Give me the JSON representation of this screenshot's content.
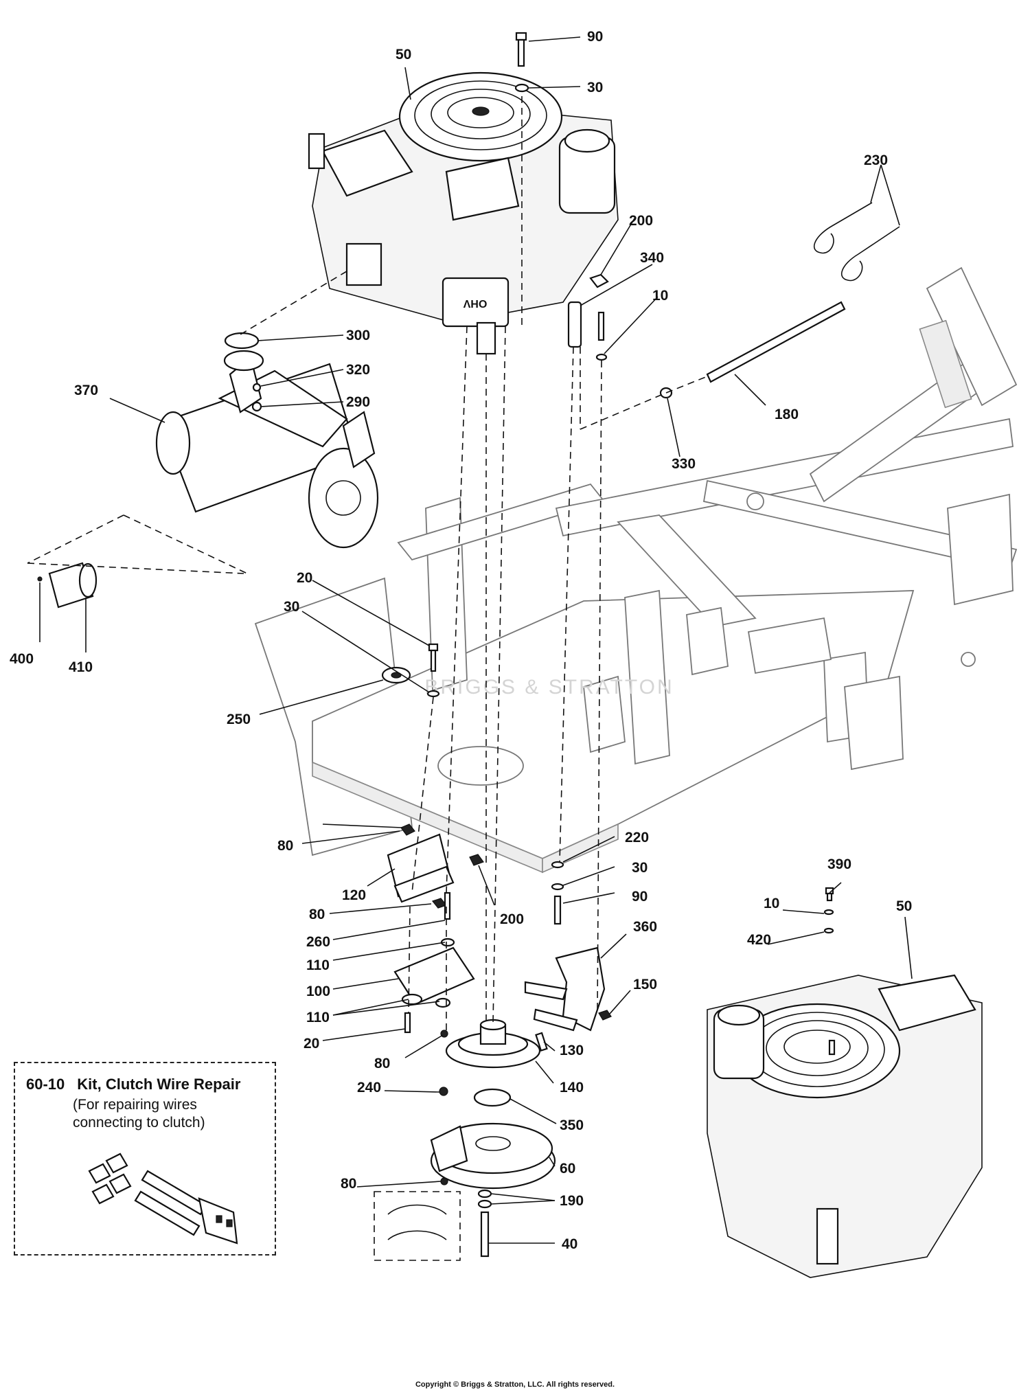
{
  "diagram": {
    "callouts": [
      {
        "id": "c50a",
        "text": "50"
      },
      {
        "id": "c90a",
        "text": "90"
      },
      {
        "id": "c30a",
        "text": "30"
      },
      {
        "id": "c230",
        "text": "230"
      },
      {
        "id": "c200a",
        "text": "200"
      },
      {
        "id": "c340",
        "text": "340"
      },
      {
        "id": "c10a",
        "text": "10"
      },
      {
        "id": "c300",
        "text": "300"
      },
      {
        "id": "c320",
        "text": "320"
      },
      {
        "id": "c370",
        "text": "370"
      },
      {
        "id": "c290",
        "text": "290"
      },
      {
        "id": "c180",
        "text": "180"
      },
      {
        "id": "c330",
        "text": "330"
      },
      {
        "id": "c20a",
        "text": "20"
      },
      {
        "id": "c30b",
        "text": "30"
      },
      {
        "id": "c400",
        "text": "400"
      },
      {
        "id": "c410",
        "text": "410"
      },
      {
        "id": "c250",
        "text": "250"
      },
      {
        "id": "c80a",
        "text": "80"
      },
      {
        "id": "c220",
        "text": "220"
      },
      {
        "id": "c30c",
        "text": "30"
      },
      {
        "id": "c120",
        "text": "120"
      },
      {
        "id": "c90b",
        "text": "90"
      },
      {
        "id": "c200b",
        "text": "200"
      },
      {
        "id": "c80b",
        "text": "80"
      },
      {
        "id": "c260",
        "text": "260"
      },
      {
        "id": "c110a",
        "text": "110"
      },
      {
        "id": "c100",
        "text": "100"
      },
      {
        "id": "c110b",
        "text": "110"
      },
      {
        "id": "c20b",
        "text": "20"
      },
      {
        "id": "c80c",
        "text": "80"
      },
      {
        "id": "c130",
        "text": "130"
      },
      {
        "id": "c140",
        "text": "140"
      },
      {
        "id": "c240",
        "text": "240"
      },
      {
        "id": "c350",
        "text": "350"
      },
      {
        "id": "c60",
        "text": "60"
      },
      {
        "id": "c80d",
        "text": "80"
      },
      {
        "id": "c190",
        "text": "190"
      },
      {
        "id": "c40",
        "text": "40"
      },
      {
        "id": "c360",
        "text": "360"
      },
      {
        "id": "c150",
        "text": "150"
      },
      {
        "id": "c390",
        "text": "390"
      },
      {
        "id": "c10b",
        "text": "10"
      },
      {
        "id": "c50b",
        "text": "50"
      },
      {
        "id": "c420",
        "text": "420"
      }
    ],
    "engine_badge": "OHV",
    "watermark": "BRIGGS & STRATTON"
  },
  "kit": {
    "code": "60-10",
    "title": "Kit, Clutch Wire Repair",
    "note_line1": "(For repairing wires",
    "note_line2": "connecting to clutch)"
  },
  "footer": {
    "copyright": "Copyright © Briggs & Stratton, LLC. All rights reserved."
  }
}
